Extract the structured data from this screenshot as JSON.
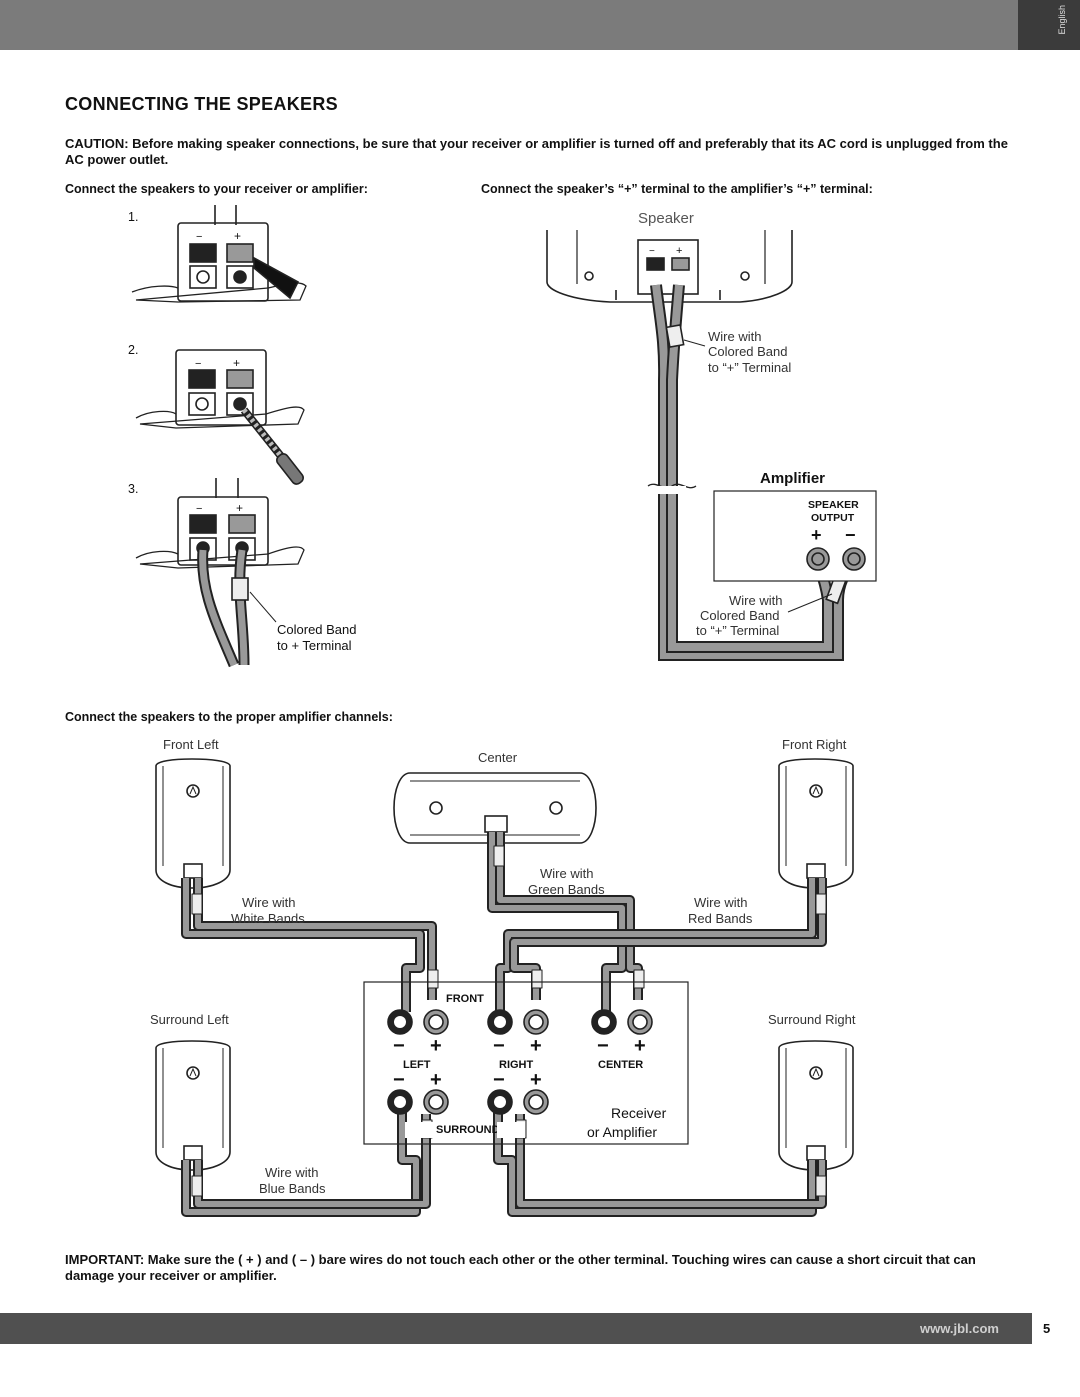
{
  "header": {
    "language": "English"
  },
  "title": "CONNECTING THE SPEAKERS",
  "caution": "CAUTION: Before making speaker connections, be sure that your receiver or amplifier is turned off and preferably that its AC cord is unplugged from the AC power outlet.",
  "left_section": {
    "heading": "Connect the speakers to your receiver or amplifier:",
    "steps": [
      "1.",
      "2.",
      "3."
    ],
    "band_label_1": "Colored Band",
    "band_label_2": "to  +  Terminal"
  },
  "right_section": {
    "heading": "Connect the speaker’s “+” terminal to the amplifier’s “+” terminal:",
    "speaker_label": "Speaker",
    "wire_label_top": [
      "Wire with",
      "Colored Band",
      "to “+” Terminal"
    ],
    "amplifier_label": "Amplifier",
    "speaker_output": [
      "SPEAKER",
      "OUTPUT"
    ],
    "plus": "+",
    "minus": "−",
    "wire_label_bottom": [
      "Wire with",
      "Colored Band",
      "to “+” Terminal"
    ]
  },
  "channels_section": {
    "heading": "Connect the speakers to the proper amplifier channels:",
    "front_left": "Front Left",
    "center": "Center",
    "front_right": "Front Right",
    "surround_left": "Surround Left",
    "surround_right": "Surround Right",
    "green_bands": [
      "Wire with",
      "Green Bands"
    ],
    "white_bands": [
      "Wire with",
      "White Bands"
    ],
    "red_bands": [
      "Wire with",
      "Red Bands"
    ],
    "blue_bands": [
      "Wire with",
      "Blue Bands"
    ],
    "receiver": {
      "front": "FRONT",
      "left": "LEFT",
      "right": "RIGHT",
      "center": "CENTER",
      "surround": "SURROUND",
      "name_1": "Receiver",
      "name_2": "or Amplifier",
      "minus": "−",
      "plus": "+"
    }
  },
  "important": "IMPORTANT: Make sure the ( + ) and ( – ) bare wires do not touch each other or the other terminal. Touching wires can cause a short circuit that can damage your receiver or amplifier.",
  "footer": {
    "url": "www.jbl.com",
    "page": "5"
  }
}
